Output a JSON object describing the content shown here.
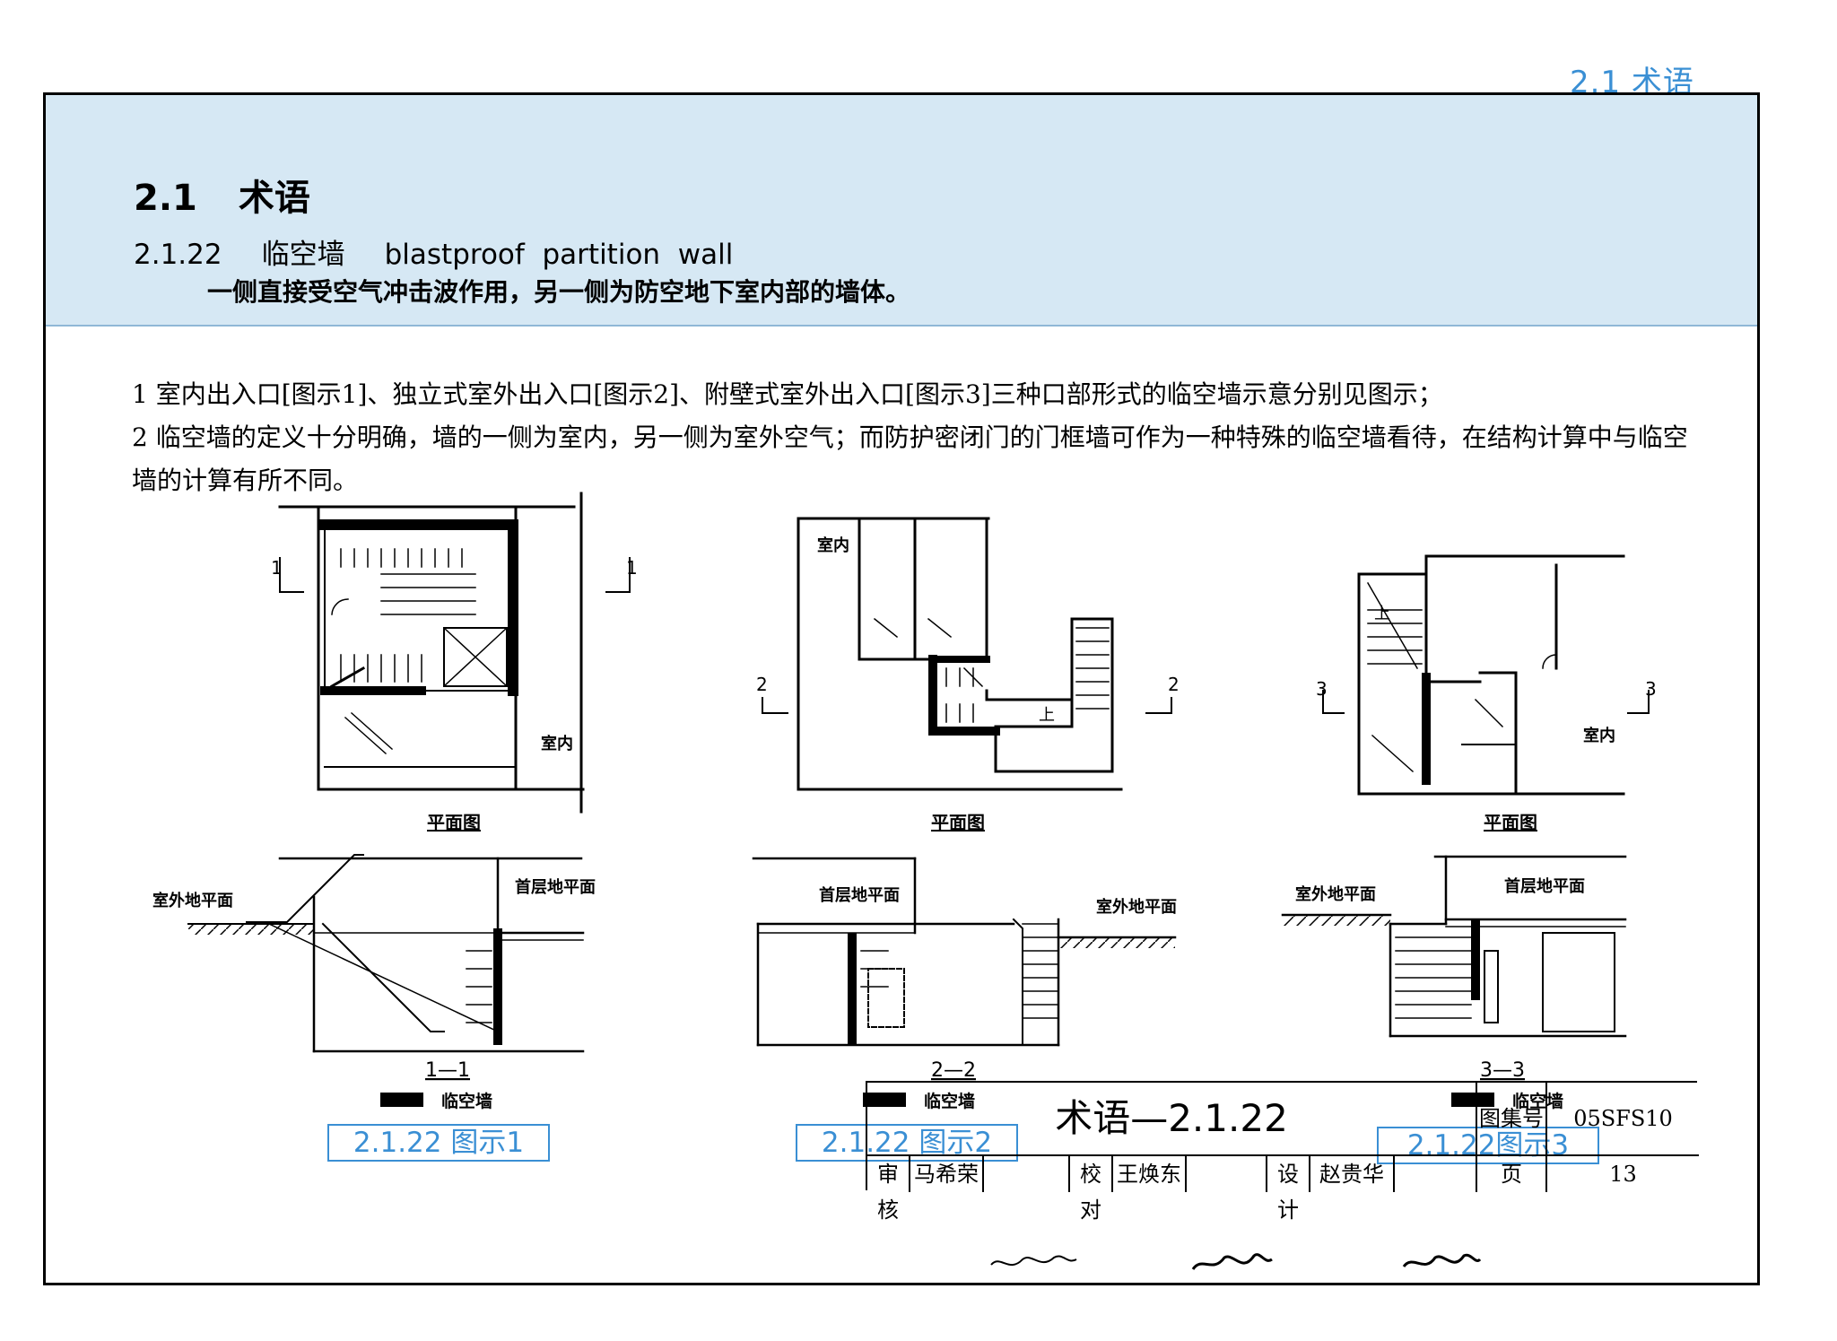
{
  "running_head": "2.1 术语",
  "section": {
    "number": "2.1",
    "title": "术语"
  },
  "term": {
    "number": "2.1.22",
    "zh": "临空墙",
    "en": "blastproof  partition  wall",
    "definition": "一侧直接受空气冲击波作用，另一侧为防空地下室内部的墙体。"
  },
  "notes": [
    "1  室内出入口[图示1]、独立式室外出入口[图示2]、附壁式室外出入口[图示3]三种口部形式的临空墙示意分别见图示；",
    "2  临空墙的定义十分明确，墙的一侧为室内，另一侧为室外空气；而防护密闭门的门框墙可作为一种特殊的临空墙看待，在结构计算中与临空",
    "墙的计算有所不同。"
  ],
  "figures": [
    {
      "plan_title": "平面图",
      "section_title": "1—1",
      "legend": "临空墙",
      "caption": "2.1.22 图示1",
      "cut_mark": "1",
      "room_label": "室内",
      "ground_outside": "室外地平面",
      "ground_first": "首层地平面"
    },
    {
      "plan_title": "平面图",
      "section_title": "2—2",
      "legend": "临空墙",
      "caption": "2.1.22 图示2",
      "cut_mark": "2",
      "room_label": "室内",
      "stair_label": "上",
      "ground_outside": "室外地平面",
      "ground_first": "首层地平面"
    },
    {
      "plan_title": "平面图",
      "section_title": "3—3",
      "legend": "临空墙",
      "caption": "2.1.22图示3",
      "cut_mark": "3",
      "room_label": "室内",
      "stair_label": "上",
      "ground_outside": "室外地平面",
      "ground_first": "首层地平面"
    }
  ],
  "title_block": {
    "title": "术语—2.1.22",
    "atlas_no_label": "图集号",
    "atlas_no": "05SFS10",
    "page_label": "页",
    "page": "13",
    "review_label": "审核",
    "review_name": "马希荣",
    "check_label": "校对",
    "check_name": "王焕东",
    "design_label": "设计",
    "design_name": "赵贵华"
  },
  "colors": {
    "accent": "#3a8fd4",
    "band": "#d6e8f4",
    "wall": "#000000"
  }
}
